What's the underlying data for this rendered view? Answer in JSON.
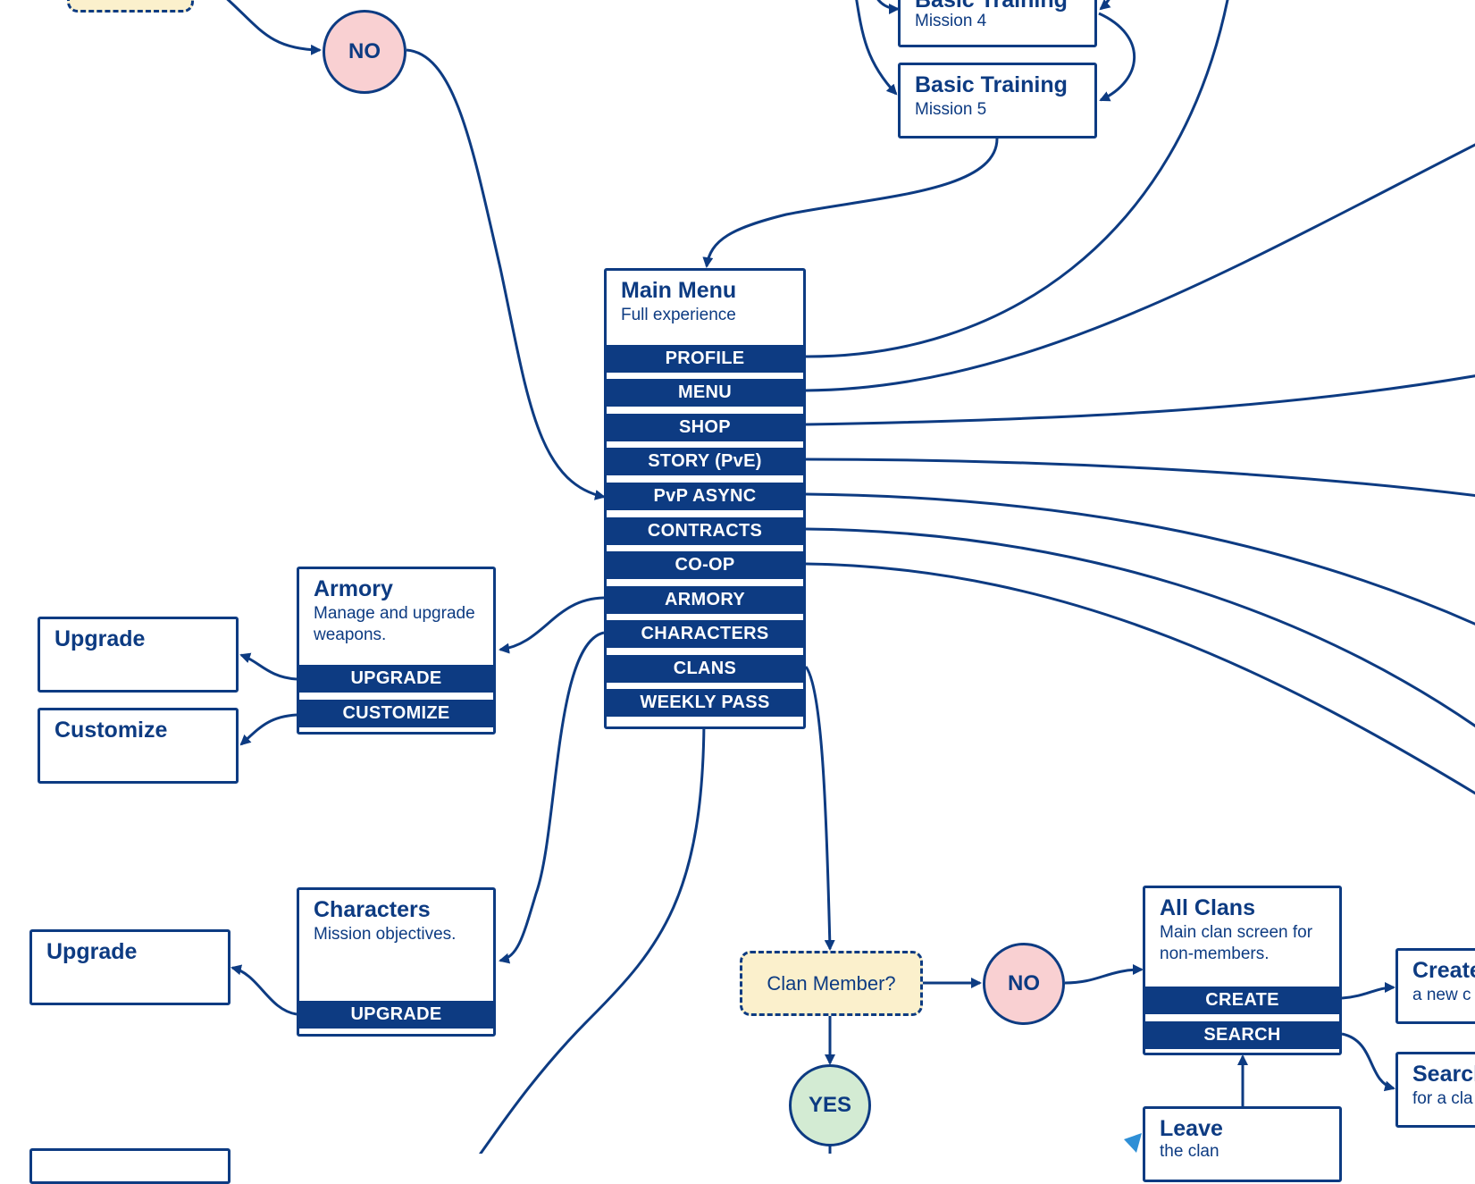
{
  "nodes": {
    "bt4": {
      "title": "Basic Training",
      "subtitle": "Mission 4"
    },
    "bt5": {
      "title": "Basic Training",
      "subtitle": "Mission 5"
    },
    "main": {
      "title": "Main Menu",
      "subtitle": "Full experience",
      "items": [
        "PROFILE",
        "MENU",
        "SHOP",
        "STORY (PvE)",
        "PvP ASYNC",
        "CONTRACTS",
        "CO-OP",
        "ARMORY",
        "CHARACTERS",
        "CLANS",
        "WEEKLY PASS"
      ]
    },
    "armory": {
      "title": "Armory",
      "subtitle_1": "Manage and upgrade",
      "subtitle_2": "weapons.",
      "items": [
        "UPGRADE",
        "CUSTOMIZE"
      ]
    },
    "armory_upgrade": {
      "title": "Upgrade"
    },
    "armory_customize": {
      "title": "Customize"
    },
    "characters": {
      "title": "Characters",
      "subtitle": "Mission objectives.",
      "items": [
        "UPGRADE"
      ]
    },
    "characters_upgrade": {
      "title": "Upgrade"
    },
    "clan_member": {
      "label": "Clan Member?"
    },
    "no_top": {
      "label": "NO"
    },
    "no_clan": {
      "label": "NO"
    },
    "yes_clan": {
      "label": "YES"
    },
    "all_clans": {
      "title": "All Clans",
      "subtitle_1": "Main clan screen for",
      "subtitle_2": "non-members.",
      "items": [
        "CREATE",
        "SEARCH"
      ]
    },
    "create": {
      "title": "Create",
      "subtitle": "a new c"
    },
    "search": {
      "title": "Search",
      "subtitle": "for a cla"
    },
    "leave": {
      "title": "Leave",
      "subtitle": "the clan"
    }
  },
  "colors": {
    "stroke": "#0d3b82",
    "no_fill": "#f9d0d2",
    "yes_fill": "#d3ebd3",
    "decision_fill": "#fbf0cc",
    "accent_arrow": "#2e8fd6"
  }
}
